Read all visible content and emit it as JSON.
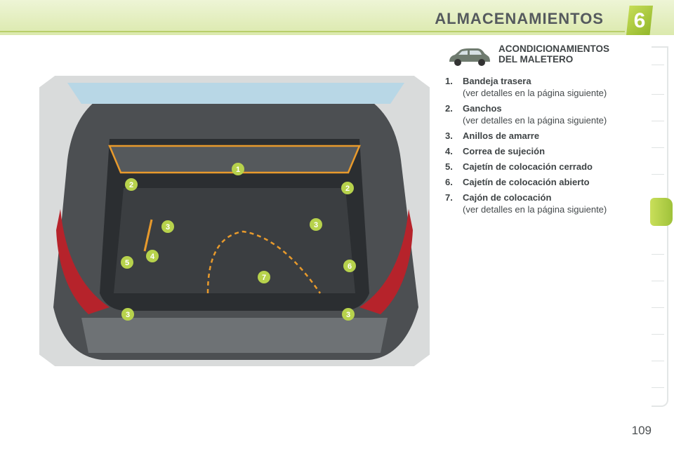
{
  "header": {
    "title": "ALMACENAMIENTOS",
    "chapter_number": "6"
  },
  "section": {
    "title_line1": "ACONDICIONAMIENTOS",
    "title_line2": "DEL MALETERO"
  },
  "items": [
    {
      "number": "1.",
      "title": "Bandeja trasera",
      "detail": "(ver detalles en la página siguiente)"
    },
    {
      "number": "2.",
      "title": "Ganchos",
      "detail": "(ver detalles en la página siguiente)"
    },
    {
      "number": "3.",
      "title": "Anillos de amarre",
      "detail": ""
    },
    {
      "number": "4.",
      "title": "Correa de sujeción",
      "detail": ""
    },
    {
      "number": "5.",
      "title": "Cajetín de colocación cerrado",
      "detail": ""
    },
    {
      "number": "6.",
      "title": "Cajetín de colocación abierto",
      "detail": ""
    },
    {
      "number": "7.",
      "title": "Cajón de colocación",
      "detail": "(ver detalles en la página siguiente)"
    }
  ],
  "callouts": [
    "1",
    "2",
    "2",
    "3",
    "3",
    "3",
    "3",
    "4",
    "5",
    "6",
    "7"
  ],
  "page_number": "109",
  "colors": {
    "accent_green": "#b5cf4a",
    "callout_orange": "#e89a2c",
    "callout_green": "#b7d24c"
  }
}
